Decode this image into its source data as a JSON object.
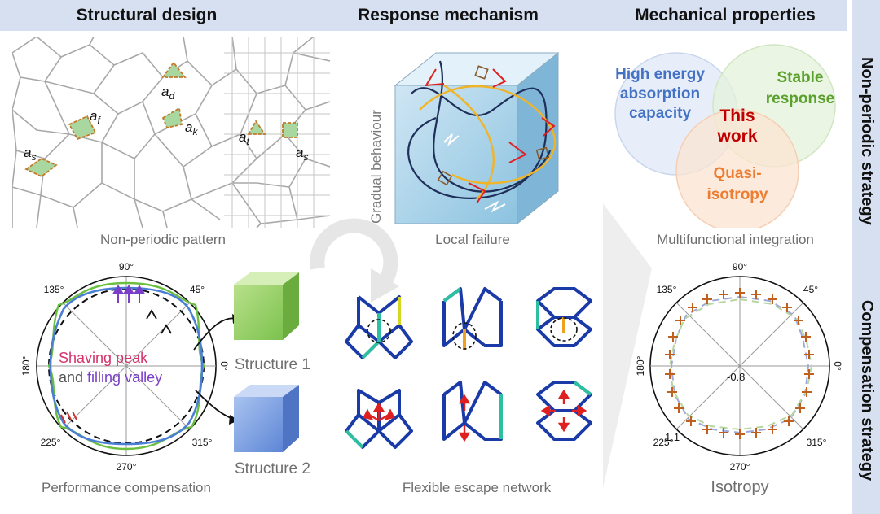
{
  "headers": {
    "structural_design": "Structural design",
    "response_mechanism": "Response mechanism",
    "mechanical_properties": "Mechanical properties"
  },
  "side": {
    "top": "Non-periodic strategy",
    "bottom": "Compensation strategy"
  },
  "captions": {
    "non_periodic_pattern": "Non-periodic pattern",
    "local_failure": "Local failure",
    "multifunctional_integration": "Multifunctional integration",
    "performance_compensation": "Performance compensation",
    "flexible_escape_network": "Flexible escape network",
    "isotropy": "Isotropy"
  },
  "pattern_labels": {
    "a_s1": "a",
    "a_s1_sub": "s",
    "a_f": "a",
    "a_f_sub": "f",
    "a_d": "a",
    "a_d_sub": "d",
    "a_k": "a",
    "a_k_sub": "k",
    "a_t": "a",
    "a_t_sub": "t",
    "a_s2": "a",
    "a_s2_sub": "s"
  },
  "cube_label": "Gradual behaviour",
  "venn": {
    "blue": "High energy absorption capacity",
    "blue_lines": [
      "High energy",
      "absorption",
      "capacity"
    ],
    "green_lines": [
      "Stable",
      "response"
    ],
    "orange_lines": [
      "Quasi-",
      "isotropy"
    ],
    "center_lines": [
      "This",
      "work"
    ],
    "colors": {
      "blue": "#4472c4",
      "green": "#5aa02c",
      "orange": "#ed7d31",
      "center": "#c00000"
    }
  },
  "polar_left": {
    "angles": {
      "a90": "90°",
      "a45": "45°",
      "a0": "0°",
      "a315": "315°",
      "a270": "270°",
      "a225": "225°",
      "a180": "180°",
      "a135": "135°"
    },
    "text_red": "Shaving peak",
    "text_gray": "and ",
    "text_purple": "filling valley"
  },
  "structures": {
    "s1": "Structure 1",
    "s2": "Structure 2"
  },
  "polar_right": {
    "angles": {
      "a90": "90°",
      "a45": "45°",
      "a0": "0°",
      "a315": "315°",
      "a270": "270°",
      "a225": "225°",
      "a180": "180°",
      "a135": "135°"
    },
    "r_inner": "-0.8",
    "r_outer": "1.1"
  }
}
